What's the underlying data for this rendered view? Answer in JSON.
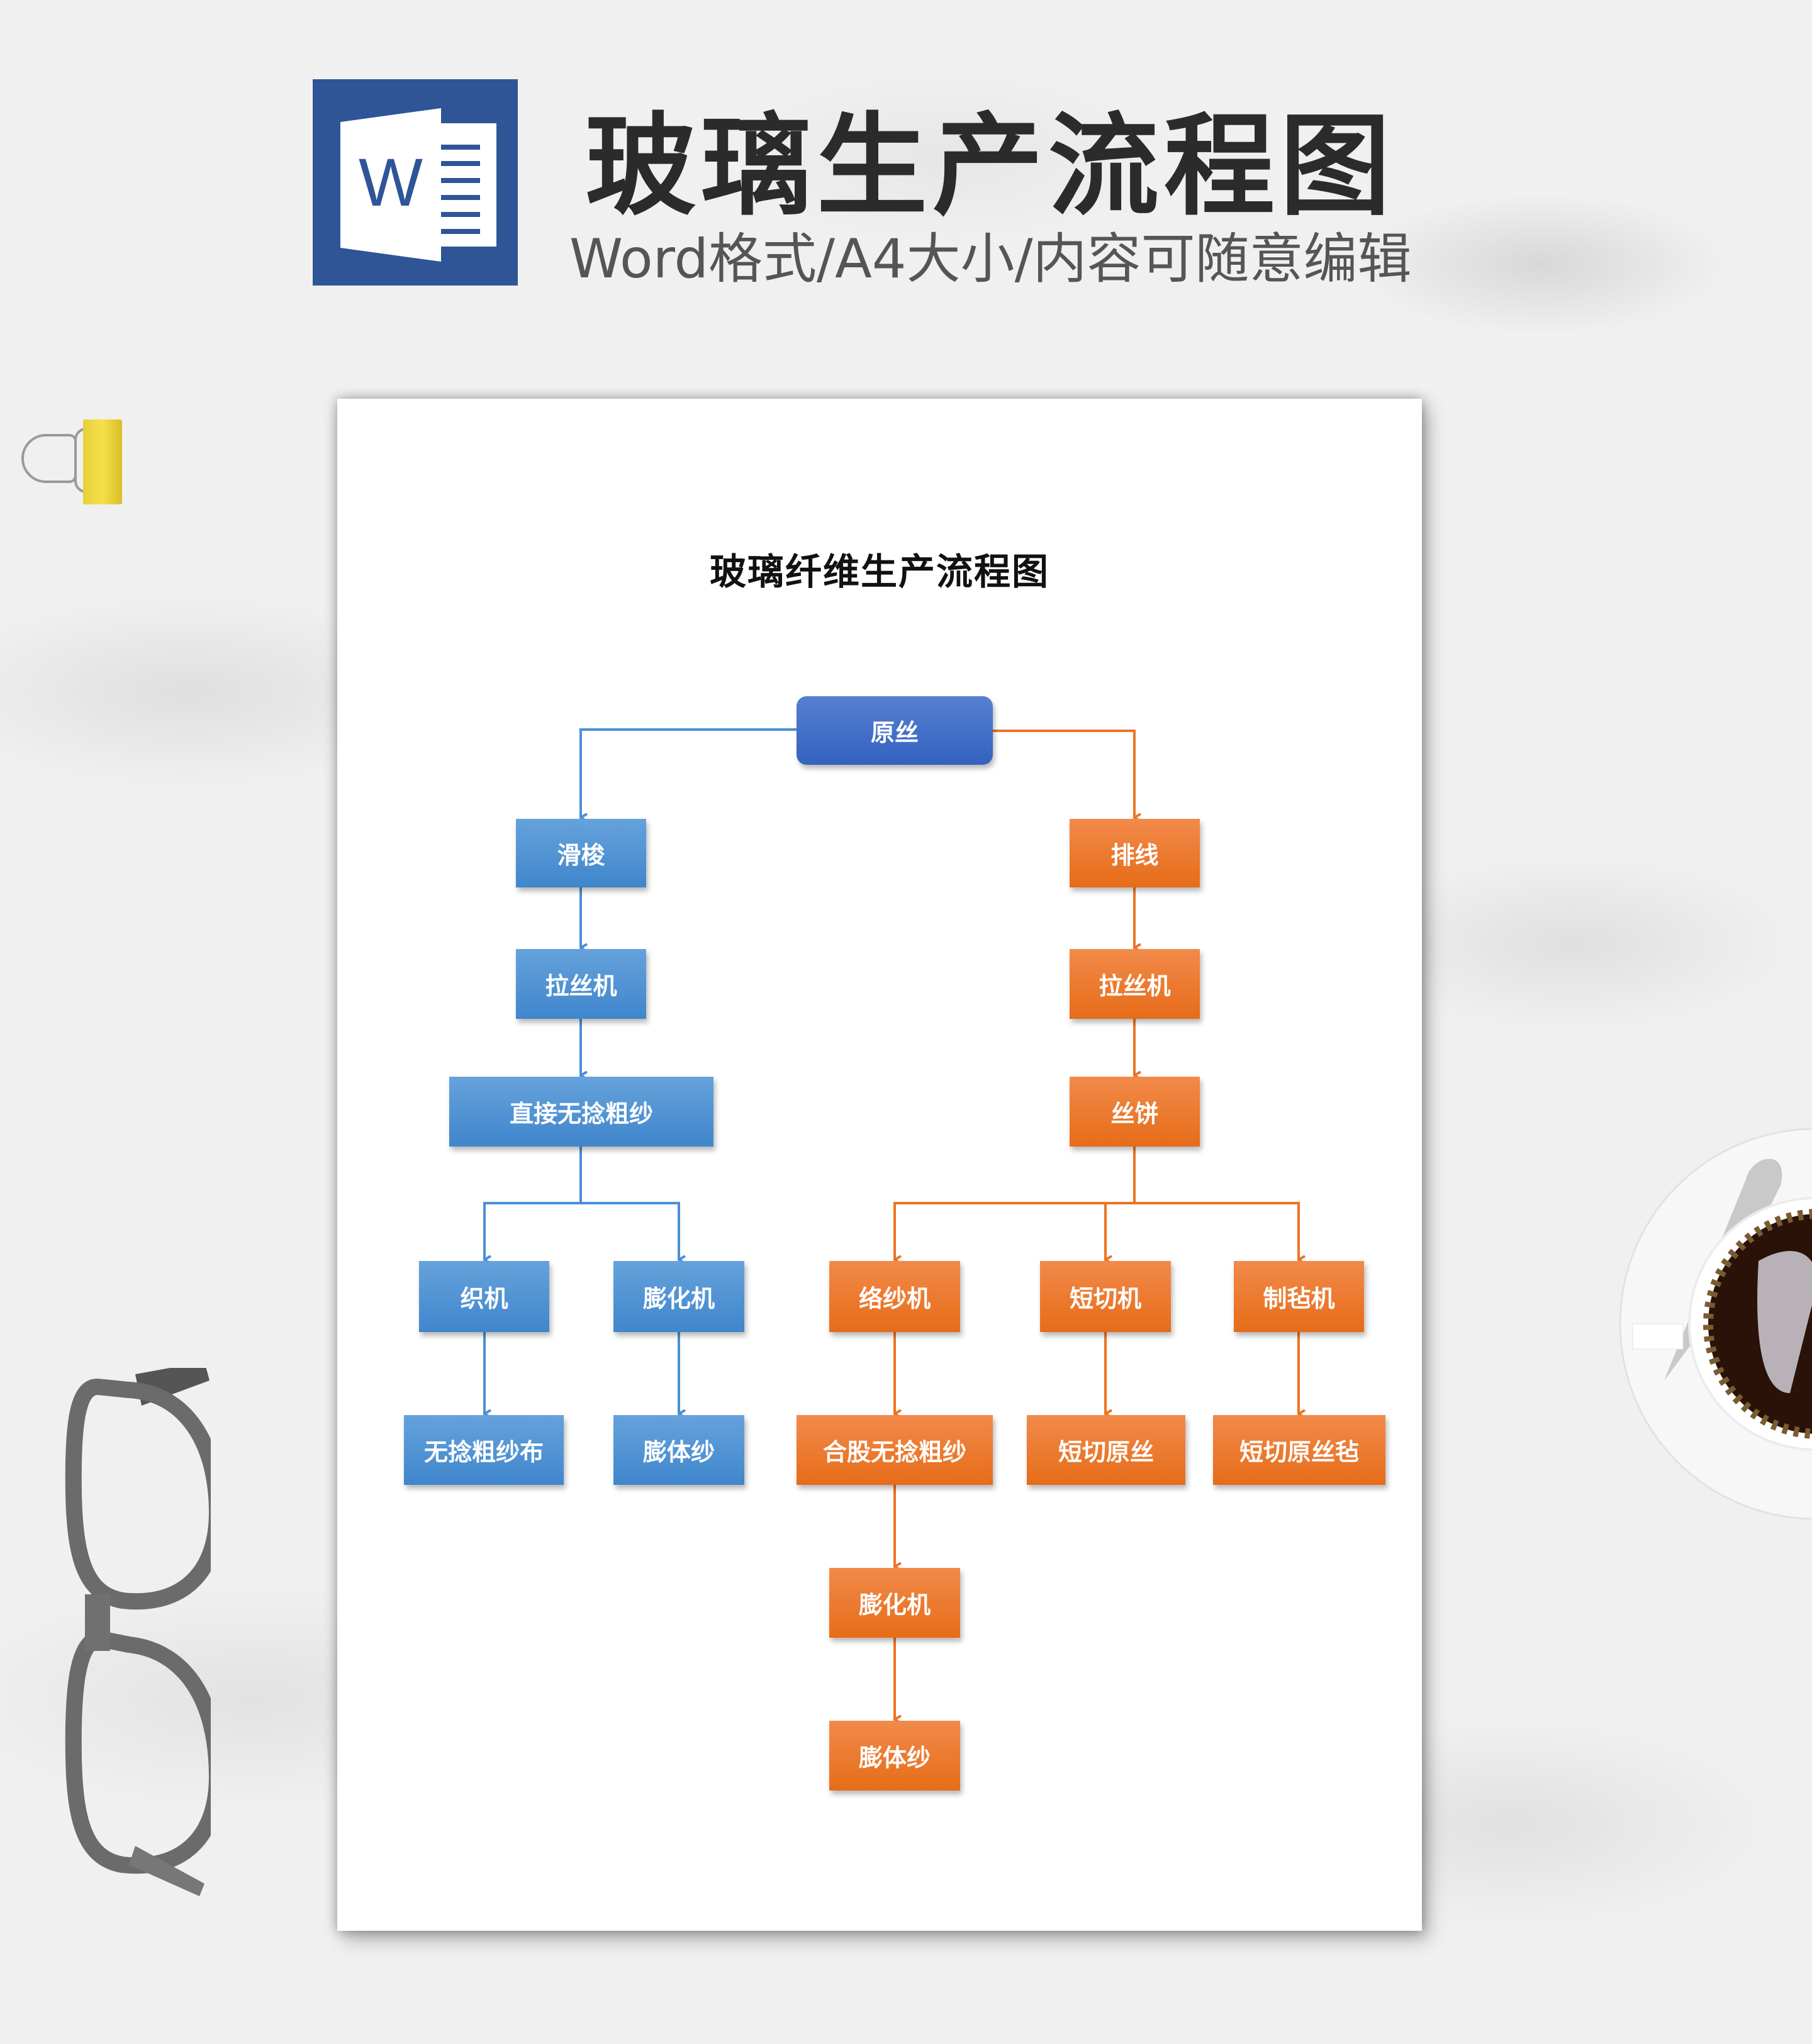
{
  "header": {
    "logo_letter": "W",
    "title": "玻璃生产流程图",
    "subtitle": "Word格式/A4大小/内容可随意编辑"
  },
  "document": {
    "title": "玻璃纤维生产流程图"
  },
  "colors": {
    "root": "#3d6bc7",
    "blue_branch": "#4a8fd6",
    "orange_branch": "#ed7422",
    "word_blue": "#2f5597"
  },
  "flowchart": {
    "root": {
      "id": "yuansi",
      "label": "原丝"
    },
    "left_branch": [
      {
        "id": "huasuo",
        "label": "滑梭"
      },
      {
        "id": "lasiji_l",
        "label": "拉丝机"
      },
      {
        "id": "zhijie",
        "label": "直接无捻粗纱"
      },
      {
        "id": "zhiji",
        "label": "织机"
      },
      {
        "id": "penghuaji_l",
        "label": "膨化机"
      },
      {
        "id": "wunian_bu",
        "label": "无捻粗纱布"
      },
      {
        "id": "pengtisha_l",
        "label": "膨体纱"
      }
    ],
    "right_branch": [
      {
        "id": "paixian",
        "label": "排线"
      },
      {
        "id": "lasiji_r",
        "label": "拉丝机"
      },
      {
        "id": "sibing",
        "label": "丝饼"
      },
      {
        "id": "luoshaji",
        "label": "络纱机"
      },
      {
        "id": "duanqieji",
        "label": "短切机"
      },
      {
        "id": "zhizhanji",
        "label": "制毡机"
      },
      {
        "id": "hegu",
        "label": "合股无捻粗纱"
      },
      {
        "id": "duanqie_yuansi",
        "label": "短切原丝"
      },
      {
        "id": "duanqie_zhan",
        "label": "短切原丝毡"
      },
      {
        "id": "penghuaji_r",
        "label": "膨化机"
      },
      {
        "id": "pengtisha_r",
        "label": "膨体纱"
      }
    ],
    "edges": [
      [
        "原丝",
        "滑梭"
      ],
      [
        "滑梭",
        "拉丝机"
      ],
      [
        "拉丝机",
        "直接无捻粗纱"
      ],
      [
        "直接无捻粗纱",
        "织机"
      ],
      [
        "直接无捻粗纱",
        "膨化机"
      ],
      [
        "织机",
        "无捻粗纱布"
      ],
      [
        "膨化机",
        "膨体纱"
      ],
      [
        "原丝",
        "排线"
      ],
      [
        "排线",
        "拉丝机"
      ],
      [
        "拉丝机",
        "丝饼"
      ],
      [
        "丝饼",
        "络纱机"
      ],
      [
        "丝饼",
        "短切机"
      ],
      [
        "丝饼",
        "制毡机"
      ],
      [
        "络纱机",
        "合股无捻粗纱"
      ],
      [
        "短切机",
        "短切原丝"
      ],
      [
        "制毡机",
        "短切原丝毡"
      ],
      [
        "合股无捻粗纱",
        "膨化机"
      ],
      [
        "膨化机",
        "膨体纱"
      ]
    ]
  }
}
